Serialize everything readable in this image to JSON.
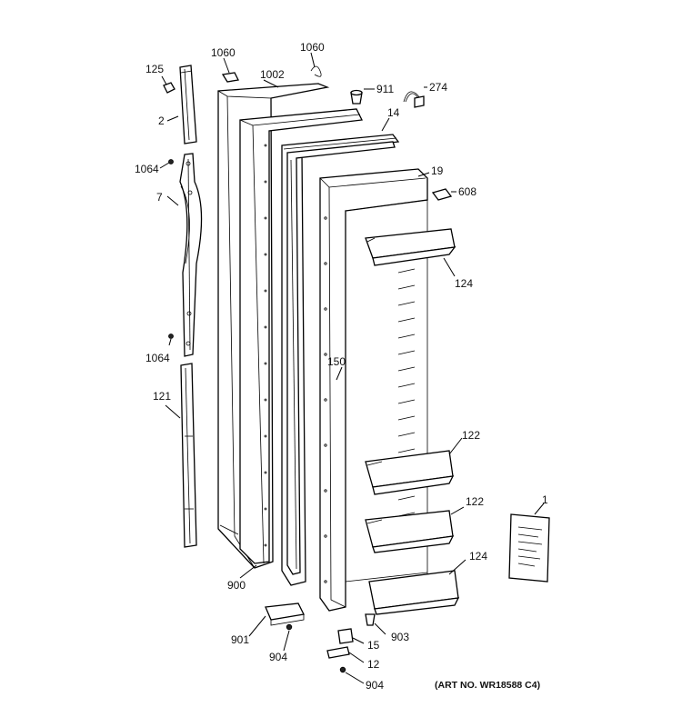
{
  "labels": {
    "l125": "125",
    "l1060a": "1060",
    "l1060b": "1060",
    "l1002": "1002",
    "l911": "911",
    "l274": "274",
    "l2": "2",
    "l14": "14",
    "l1064a": "1064",
    "l19": "19",
    "l608": "608",
    "l7": "7",
    "l124a": "124",
    "l1064b": "1064",
    "l150": "150",
    "l121": "121",
    "l122a": "122",
    "l122b": "122",
    "l1": "1",
    "l124b": "124",
    "l900": "900",
    "l901": "901",
    "l903": "903",
    "l904a": "904",
    "l15": "15",
    "l12": "12",
    "l904b": "904"
  },
  "art_number": "(ART NO. WR18588 C4)"
}
